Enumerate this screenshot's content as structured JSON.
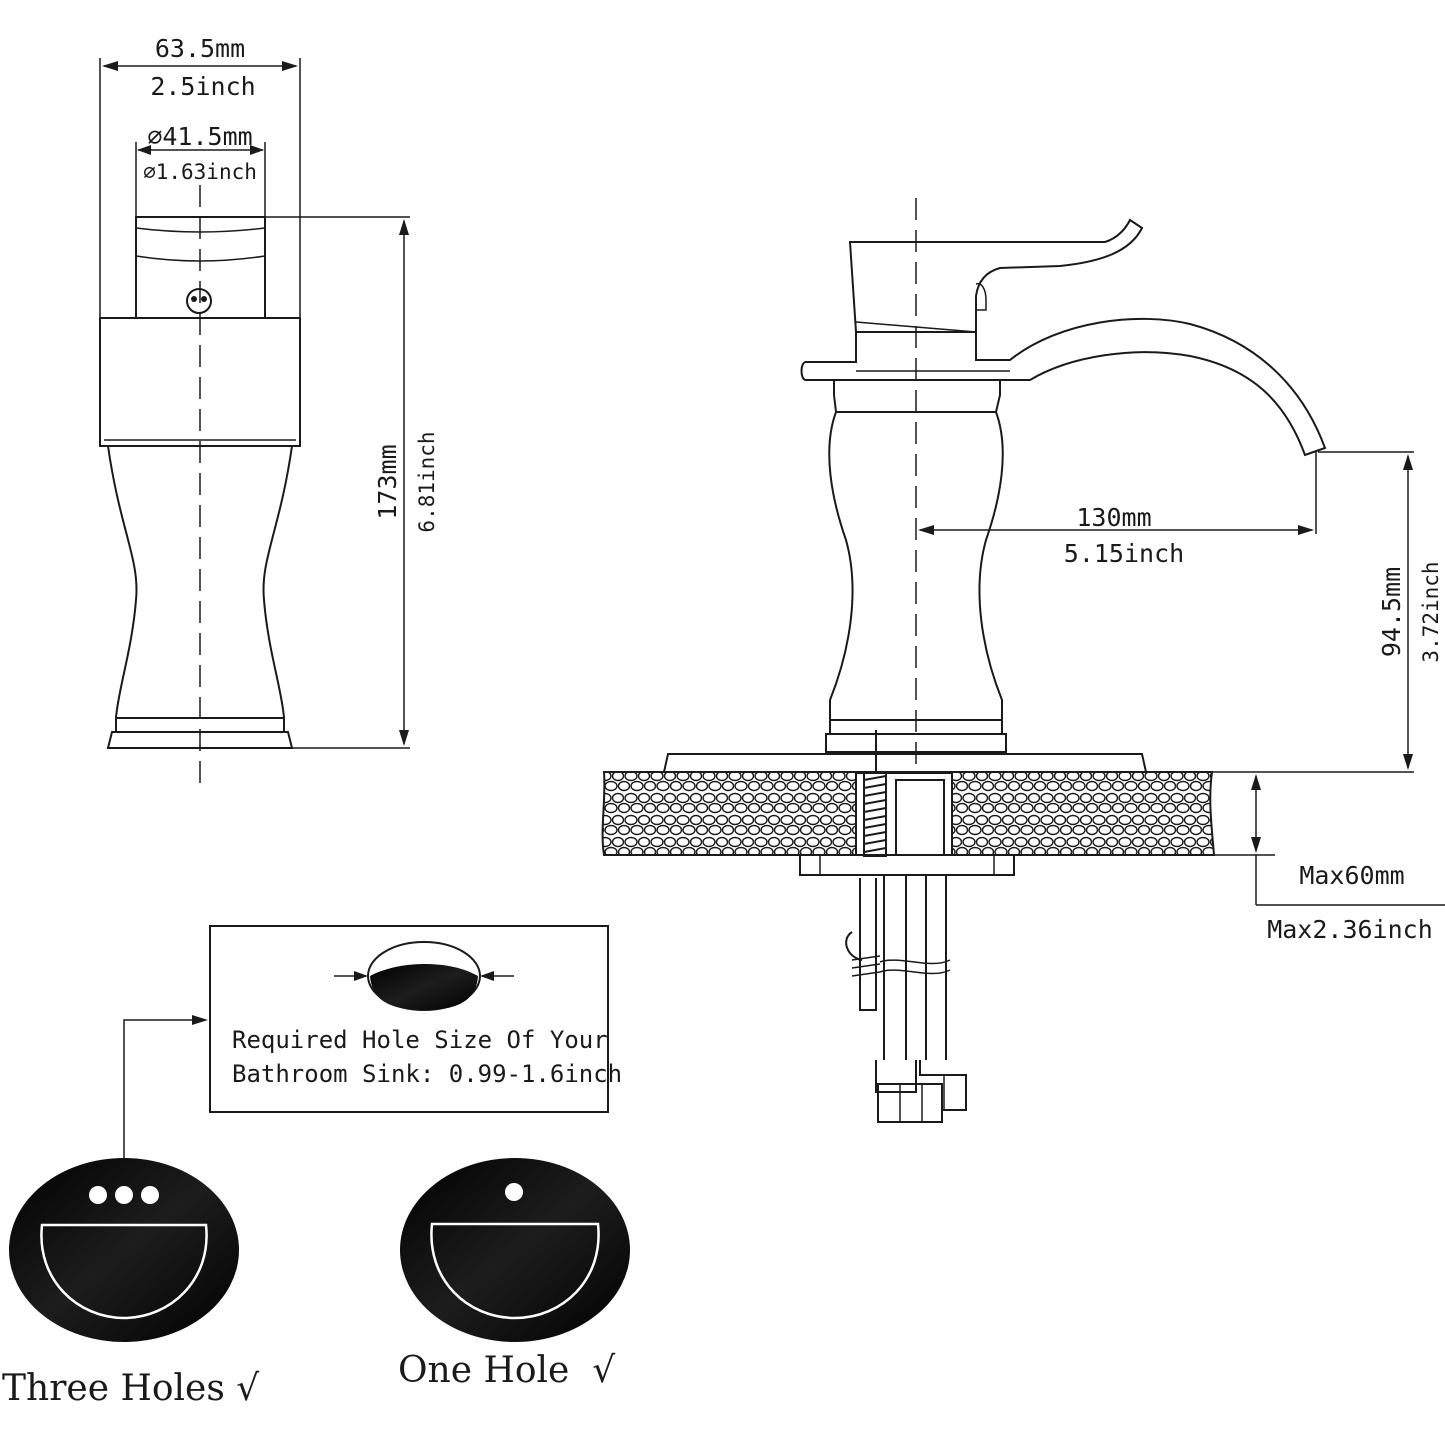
{
  "front_view": {
    "width_mm": "63.5mm",
    "width_inch": "2.5inch",
    "diameter_mm": "⌀41.5mm",
    "diameter_inch": "⌀1.63inch",
    "height_mm": "173mm",
    "height_inch": "6.81inch"
  },
  "side_view": {
    "reach_mm": "130mm",
    "reach_inch": "5.15inch",
    "spout_height_mm": "94.5mm",
    "spout_height_inch": "3.72inch",
    "deck_thickness_mm": "Max60mm",
    "deck_thickness_inch": "Max2.36inch"
  },
  "hole_note": {
    "line1": "Required Hole Size Of Your",
    "line2": "Bathroom Sink: 0.99-1.6inch"
  },
  "sinks": {
    "three_holes_label": "Three Holes √",
    "one_hole_label": "One Hole  √"
  }
}
